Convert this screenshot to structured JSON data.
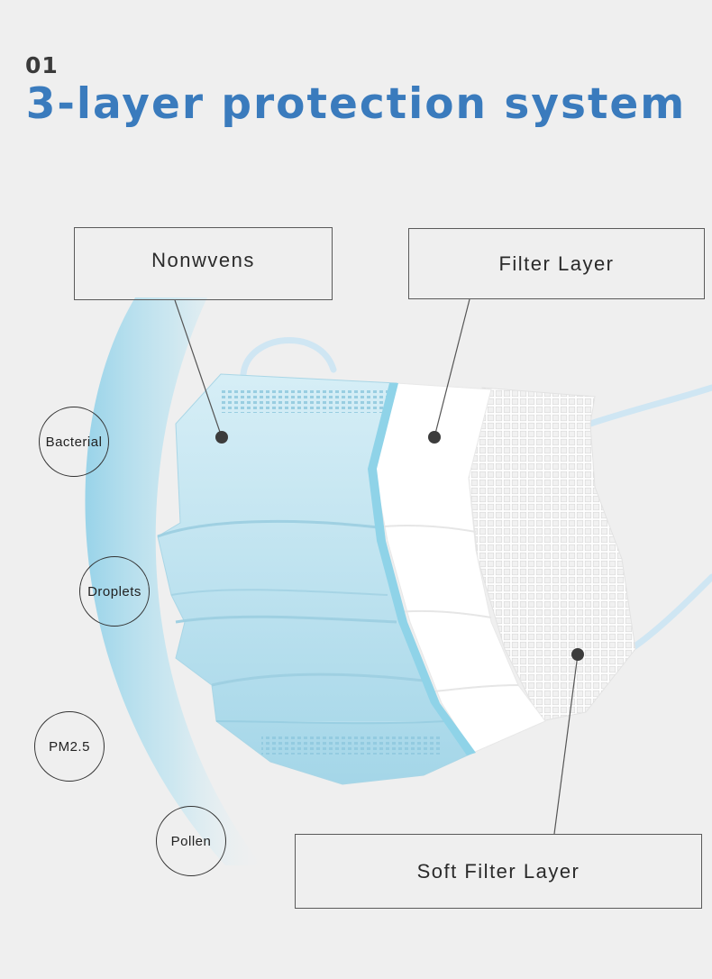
{
  "header": {
    "number": "01",
    "title": "3-layer protection system"
  },
  "layers": {
    "outer": "Nonwvens",
    "middle": "Filter Layer",
    "inner": "Soft Filter Layer"
  },
  "particles": [
    "Bacterial",
    "Droplets",
    "PM2.5",
    "Pollen"
  ],
  "colors": {
    "title": "#3a7bbd",
    "background": "#efefef",
    "mask_blue": "#bfe4f0",
    "shield_blue": "#9fd6ea"
  }
}
